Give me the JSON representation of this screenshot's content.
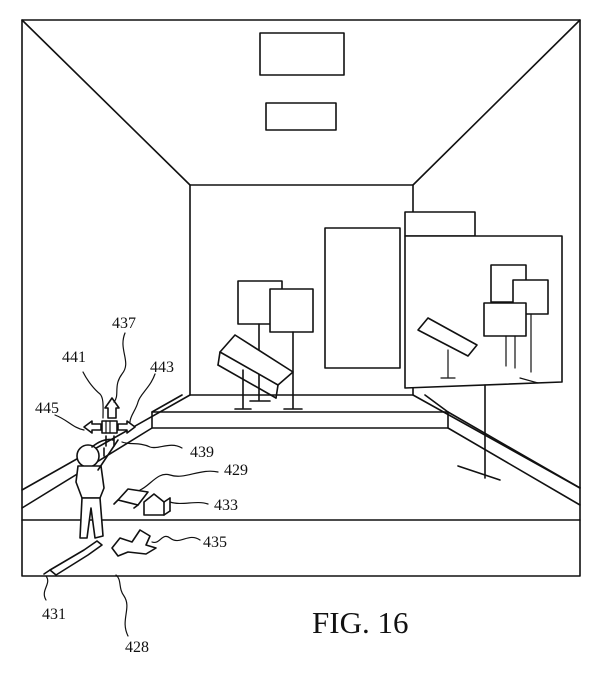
{
  "caption": "FIG. 16",
  "labels": {
    "l437": "437",
    "l441": "441",
    "l443": "443",
    "l445": "445",
    "l439": "439",
    "l429": "429",
    "l433": "433",
    "l435": "435",
    "l431": "431",
    "l428": "428"
  }
}
